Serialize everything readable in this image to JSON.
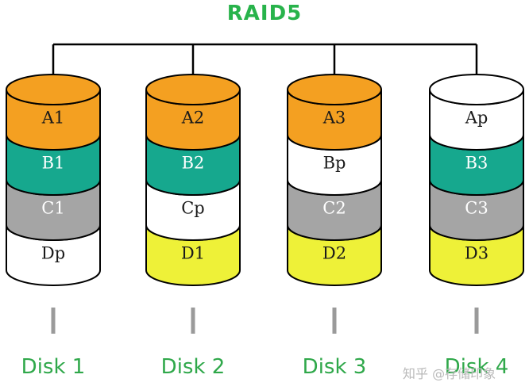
{
  "title": "RAID5",
  "colors": {
    "orange": "#f4a021",
    "teal": "#16a88e",
    "gray": "#a5a5a5",
    "white": "#ffffff",
    "yellow": "#eef138",
    "title_green": "#28b34b",
    "label_green": "#2fa84a"
  },
  "disks": [
    {
      "label": "Disk 1",
      "blocks": [
        {
          "text": "A1",
          "color": "orange"
        },
        {
          "text": "B1",
          "color": "teal"
        },
        {
          "text": "C1",
          "color": "gray"
        },
        {
          "text": "Dp",
          "color": "white"
        }
      ]
    },
    {
      "label": "Disk 2",
      "blocks": [
        {
          "text": "A2",
          "color": "orange"
        },
        {
          "text": "B2",
          "color": "teal"
        },
        {
          "text": "Cp",
          "color": "white"
        },
        {
          "text": "D1",
          "color": "yellow"
        }
      ]
    },
    {
      "label": "Disk 3",
      "blocks": [
        {
          "text": "A3",
          "color": "orange"
        },
        {
          "text": "Bp",
          "color": "white"
        },
        {
          "text": "C2",
          "color": "gray"
        },
        {
          "text": "D2",
          "color": "yellow"
        }
      ]
    },
    {
      "label": "Disk 4",
      "blocks": [
        {
          "text": "Ap",
          "color": "white"
        },
        {
          "text": "B3",
          "color": "teal"
        },
        {
          "text": "C3",
          "color": "gray"
        },
        {
          "text": "D3",
          "color": "yellow"
        }
      ]
    }
  ],
  "watermark": "知乎 @存储印象"
}
